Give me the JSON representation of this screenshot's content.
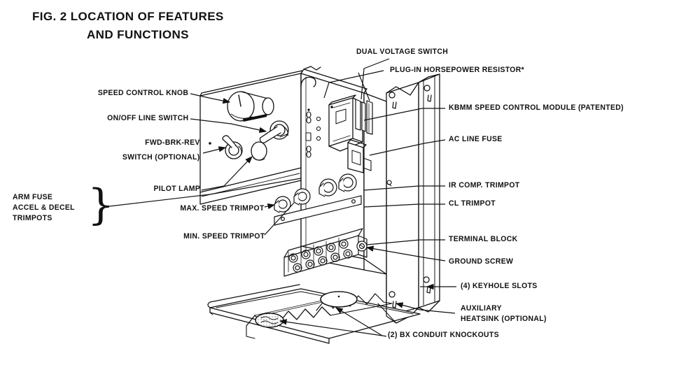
{
  "figure": {
    "title_line1": "FIG. 2 LOCATION OF FEATURES",
    "title_line2": "AND FUNCTIONS",
    "background_color": "#ffffff",
    "ink_color": "#111111"
  },
  "labels_top": [
    {
      "id": "dual-voltage-switch",
      "text": "DUAL VOLTAGE SWITCH"
    },
    {
      "id": "plug-in-horsepower-resistor",
      "text": "PLUG-IN HORSEPOWER RESISTOR*"
    }
  ],
  "labels_left": [
    {
      "id": "speed-control-knob",
      "text": "SPEED CONTROL KNOB"
    },
    {
      "id": "on-off-line-switch",
      "text": "ON/OFF LINE SWITCH"
    },
    {
      "id": "fwd-brk-rev-switch-line1",
      "text": "FWD-BRK-REV"
    },
    {
      "id": "fwd-brk-rev-switch-line2",
      "text": "SWITCH (OPTIONAL)"
    },
    {
      "id": "pilot-lamp",
      "text": "PILOT LAMP"
    },
    {
      "id": "max-speed-trimpot",
      "text": "MAX. SPEED TRIMPOT"
    },
    {
      "id": "min-speed-trimpot",
      "text": "MIN. SPEED TRIMPOT"
    }
  ],
  "labels_left_group": {
    "id": "arm-fuse-accel-decel-trimpots",
    "line1": "ARM FUSE",
    "line2": "ACCEL & DECEL",
    "line3": "TRIMPOTS",
    "brace": "}"
  },
  "labels_right": [
    {
      "id": "kbmm-speed-control-module",
      "text": "KBMM SPEED CONTROL MODULE (PATENTED)"
    },
    {
      "id": "ac-line-fuse",
      "text": "AC LINE FUSE"
    },
    {
      "id": "ir-comp-trimpot",
      "text": "IR COMP. TRIMPOT"
    },
    {
      "id": "cl-trimpot",
      "text": "CL TRIMPOT"
    },
    {
      "id": "terminal-block",
      "text": "TERMINAL BLOCK"
    },
    {
      "id": "ground-screw",
      "text": "GROUND SCREW"
    },
    {
      "id": "keyhole-slots",
      "text": "(4) KEYHOLE SLOTS"
    },
    {
      "id": "auxiliary-heatsink-line1",
      "text": "AUXILIARY"
    },
    {
      "id": "auxiliary-heatsink-line2",
      "text": "HEATSINK (OPTIONAL)"
    }
  ],
  "labels_bottom": [
    {
      "id": "bx-conduit-knockouts",
      "text": "(2) BX CONDUIT KNOCKOUTS"
    }
  ]
}
